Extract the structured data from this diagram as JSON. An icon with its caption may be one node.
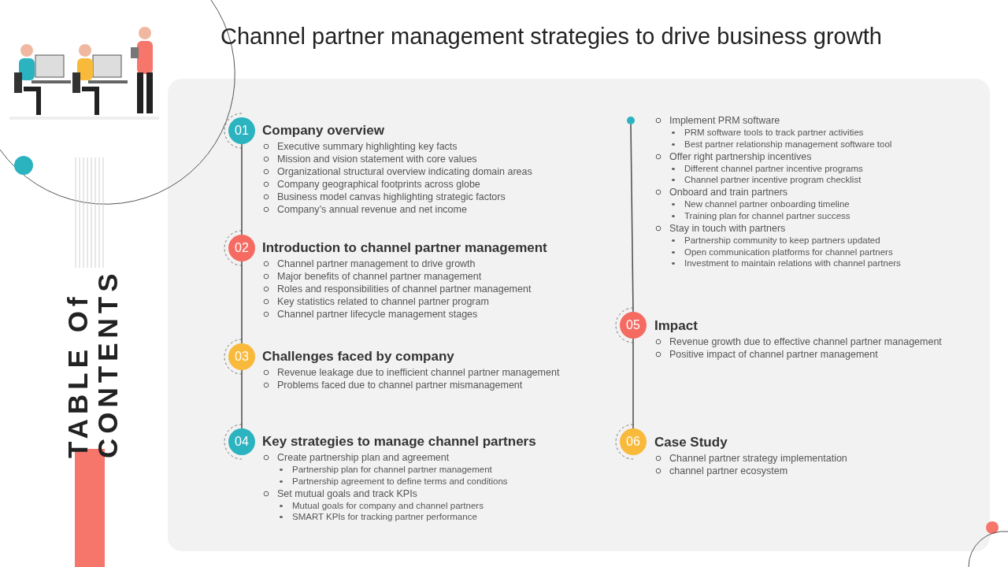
{
  "diagram": {
    "title": "Channel partner management strategies to drive business growth",
    "nodes": [
      {
        "text": [
          "01"
        ],
        "beside": [
          "Company overview",
          "Executive summary highlighting key facts",
          "Mission and vision statement with core values",
          "Organizational structural overview indicating domain areas",
          "Company geographical footprints across globe",
          "Business model canvas highlighting strategic factors",
          "Company’s annual revenue and net income"
        ]
      },
      {
        "text": [
          "02"
        ],
        "beside": [
          "Introduction to channel partner management",
          "Channel partner management to drive growth",
          "Major benefits of channel partner management",
          "Roles and responsibilities of channel partner management",
          "Key statistics related to channel partner program",
          "Channel partner lifecycle management stages"
        ]
      },
      {
        "text": [
          "03"
        ],
        "beside": [
          "Challenges faced by company",
          "Revenue leakage due to inefficient channel partner management",
          "Problems faced due to channel partner mismanagement"
        ]
      },
      {
        "text": [
          "04"
        ],
        "beside": [
          "Key strategies to manage channel partners",
          "Create partnership plan and agreement",
          "Partnership plan for channel partner management",
          "Partnership agreement to define terms and conditions",
          "Set mutual goals and track KPIs",
          "Mutual goals for company and channel partners",
          "SMART KPIs for tracking partner performance"
        ]
      },
      {
        "text": [],
        "shape": "circle",
        "beside": [
          "Implement PRM software",
          "PRM software tools to track partner activities",
          "Best partner relationship management software tool",
          "Offer right partnership incentives",
          "Different channel partner incentive programs",
          "Channel partner incentive program checklist",
          "Onboard and train partners",
          "New channel partner onboarding timeline",
          "Training plan for channel partner success",
          "Stay in touch with partners",
          "Partnership community to keep partners updated",
          "Open communication platforms for channel partners",
          "Investment to maintain relations with channel partners"
        ]
      },
      {
        "text": [
          "05"
        ],
        "beside": [
          "Impact",
          "Revenue growth due to effective channel partner management",
          "Positive impact of channel partner management"
        ]
      },
      {
        "text": [
          "06"
        ],
        "beside": [
          "Case Study",
          "Channel partner strategy implementation",
          "channel partner ecosystem"
        ]
      }
    ],
    "edges": [
      {
        "from": 0,
        "to": 1,
        "arrow": "none"
      },
      {
        "from": 1,
        "to": 2,
        "arrow": "none"
      },
      {
        "from": 2,
        "to": 3,
        "arrow": "none"
      },
      {
        "from": 4,
        "to": 5,
        "arrow": "none"
      },
      {
        "from": 5,
        "to": 6,
        "arrow": "none"
      }
    ],
    "labels": [
      "TABLE Of CONTENTS"
    ]
  }
}
